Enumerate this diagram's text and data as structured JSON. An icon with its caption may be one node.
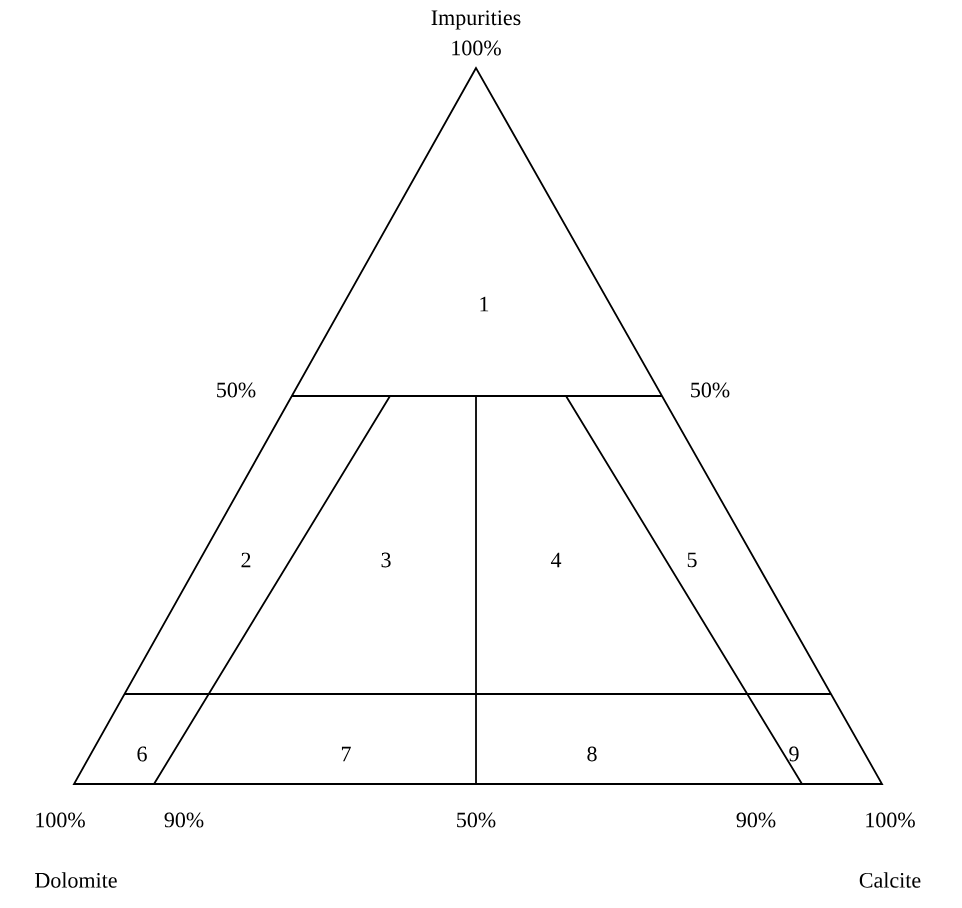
{
  "diagram": {
    "labels": [
      "Impurities",
      "100%",
      "1",
      "50%",
      "50%",
      "2",
      "3",
      "4",
      "5",
      "6",
      "7",
      "8",
      "9",
      "100%",
      "90%",
      "50%",
      "90%",
      "100%",
      "Dolomite",
      "Calcite"
    ]
  }
}
